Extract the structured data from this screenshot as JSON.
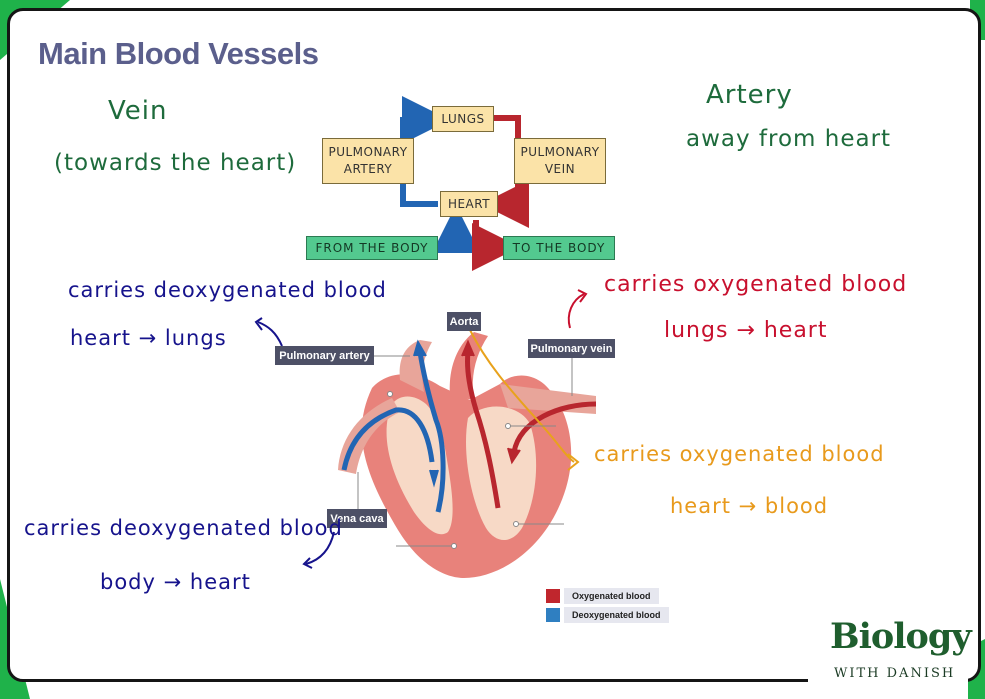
{
  "title": "Main Blood Vessels",
  "vein_note": {
    "heading": "Vein",
    "detail": "(towards the heart)"
  },
  "artery_note": {
    "heading": "Artery",
    "detail": "away from heart"
  },
  "flowchart": {
    "lungs": "LUNGS",
    "pulmonary_artery": [
      "PULMONARY",
      "ARTERY"
    ],
    "pulmonary_vein": [
      "PULMONARY",
      "VEIN"
    ],
    "heart": "HEART",
    "from_body": "FROM THE BODY",
    "to_body": "TO THE BODY"
  },
  "annotations": {
    "pulmonary_artery_line1": "carries deoxygenated blood",
    "pulmonary_artery_line2": "heart → lungs",
    "pulmonary_vein_line1": "carries oxygenated blood",
    "pulmonary_vein_line2": "lungs → heart",
    "aorta_line1": "carries oxygenated blood",
    "aorta_line2": "heart → blood",
    "vena_cava_line1": "carries deoxygenated blood",
    "vena_cava_line2": "body → heart"
  },
  "heart_labels": {
    "aorta": "Aorta",
    "pulmonary_artery": "Pulmonary artery",
    "pulmonary_vein": "Pulmonary vein",
    "vena_cava": "Vena cava"
  },
  "legend": {
    "oxygenated": "Oxygenated blood",
    "deoxygenated": "Deoxygenated blood",
    "oxygenated_color": "#c0262d",
    "deoxygenated_color": "#2f7fc1"
  },
  "logo": {
    "main": "Biology",
    "sub": "WITH DANISH"
  },
  "colors": {
    "brand_green": "#1fb24a",
    "vessel_red": "#b8262e",
    "vessel_blue": "#2265b3"
  }
}
